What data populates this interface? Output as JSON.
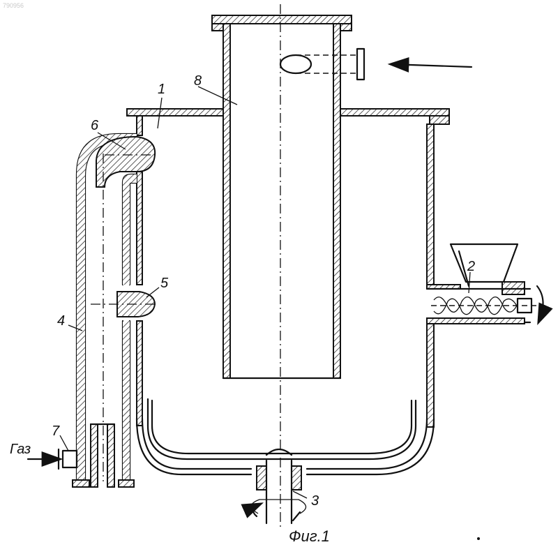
{
  "watermark": "790956",
  "labels": {
    "l1": "1",
    "l2": "2",
    "l3": "3",
    "l4": "4",
    "l5": "5",
    "l6": "6",
    "l7": "7",
    "l8": "8"
  },
  "gas_label": "Газ",
  "caption": "Фиг.1"
}
